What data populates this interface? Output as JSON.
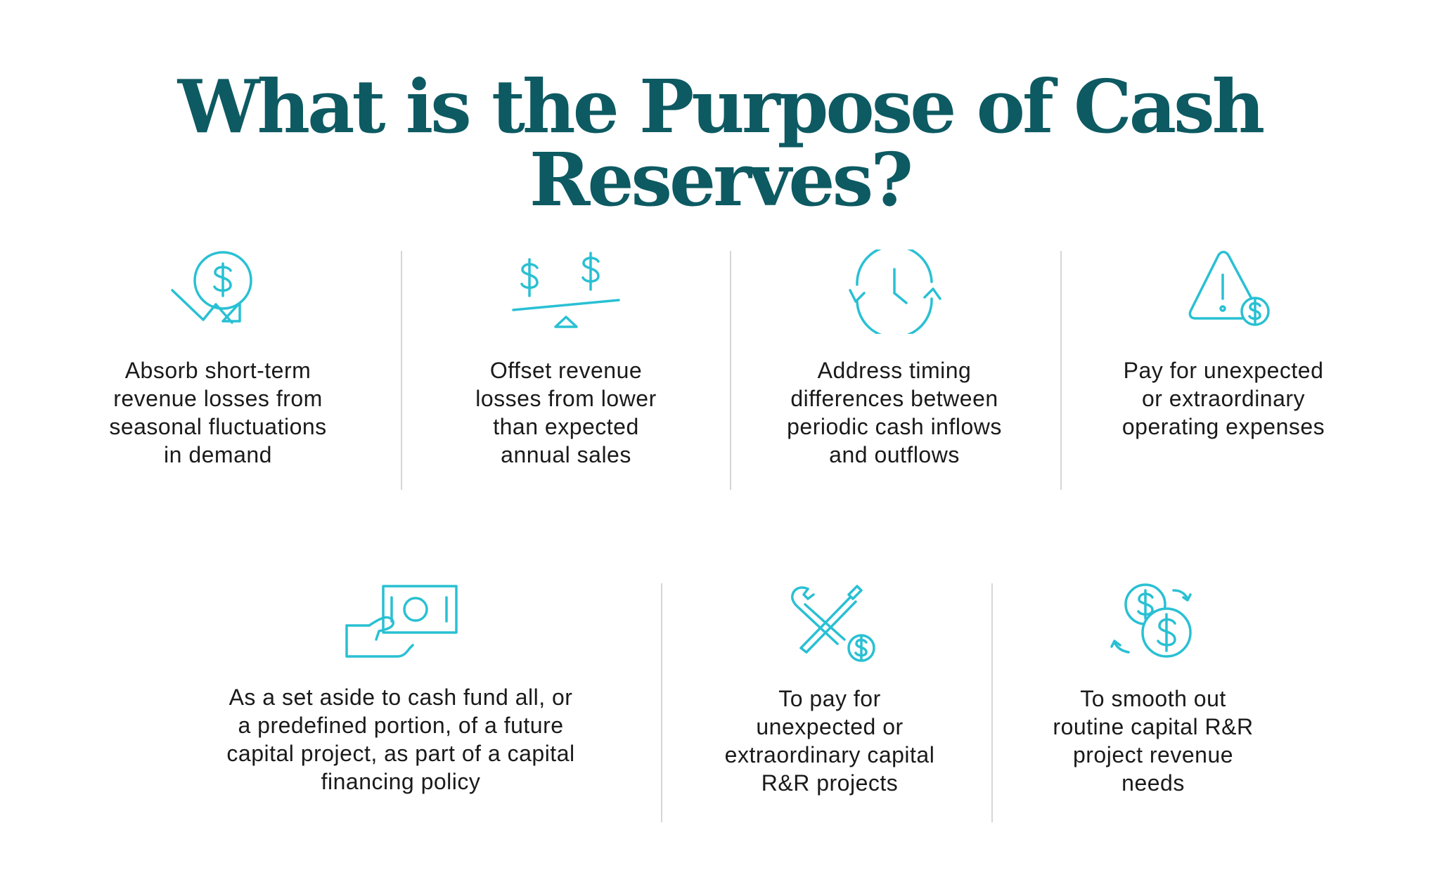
{
  "title": "What is the Purpose of Cash Reserves?",
  "colors": {
    "title": "#0d5a62",
    "icon": "#29c0d3",
    "divider": "#d6d6d6",
    "text": "#1a1a1a"
  },
  "items": [
    {
      "icon": "dollar-down-arrow-icon",
      "text": "Absorb short-term\nrevenue losses from\nseasonal fluctuations\nin demand"
    },
    {
      "icon": "dollar-scale-icon",
      "text": "Offset revenue\nlosses from lower\nthan expected\nannual sales"
    },
    {
      "icon": "clock-cycle-icon",
      "text": "Address timing\ndifferences between\nperiodic cash inflows\nand outflows"
    },
    {
      "icon": "warning-dollar-icon",
      "text": "Pay for unexpected\nor extraordinary\noperating expenses"
    },
    {
      "icon": "hand-cash-icon",
      "text": "As a set aside to cash fund all, or\na predefined portion, of a future\ncapital project, as part of a capital\nfinancing policy"
    },
    {
      "icon": "tools-dollar-icon",
      "text": "To pay for\nunexpected or\nextraordinary capital\nR&R projects"
    },
    {
      "icon": "coins-cycle-icon",
      "text": "To smooth out\nroutine capital R&R\nproject revenue\nneeds"
    }
  ]
}
